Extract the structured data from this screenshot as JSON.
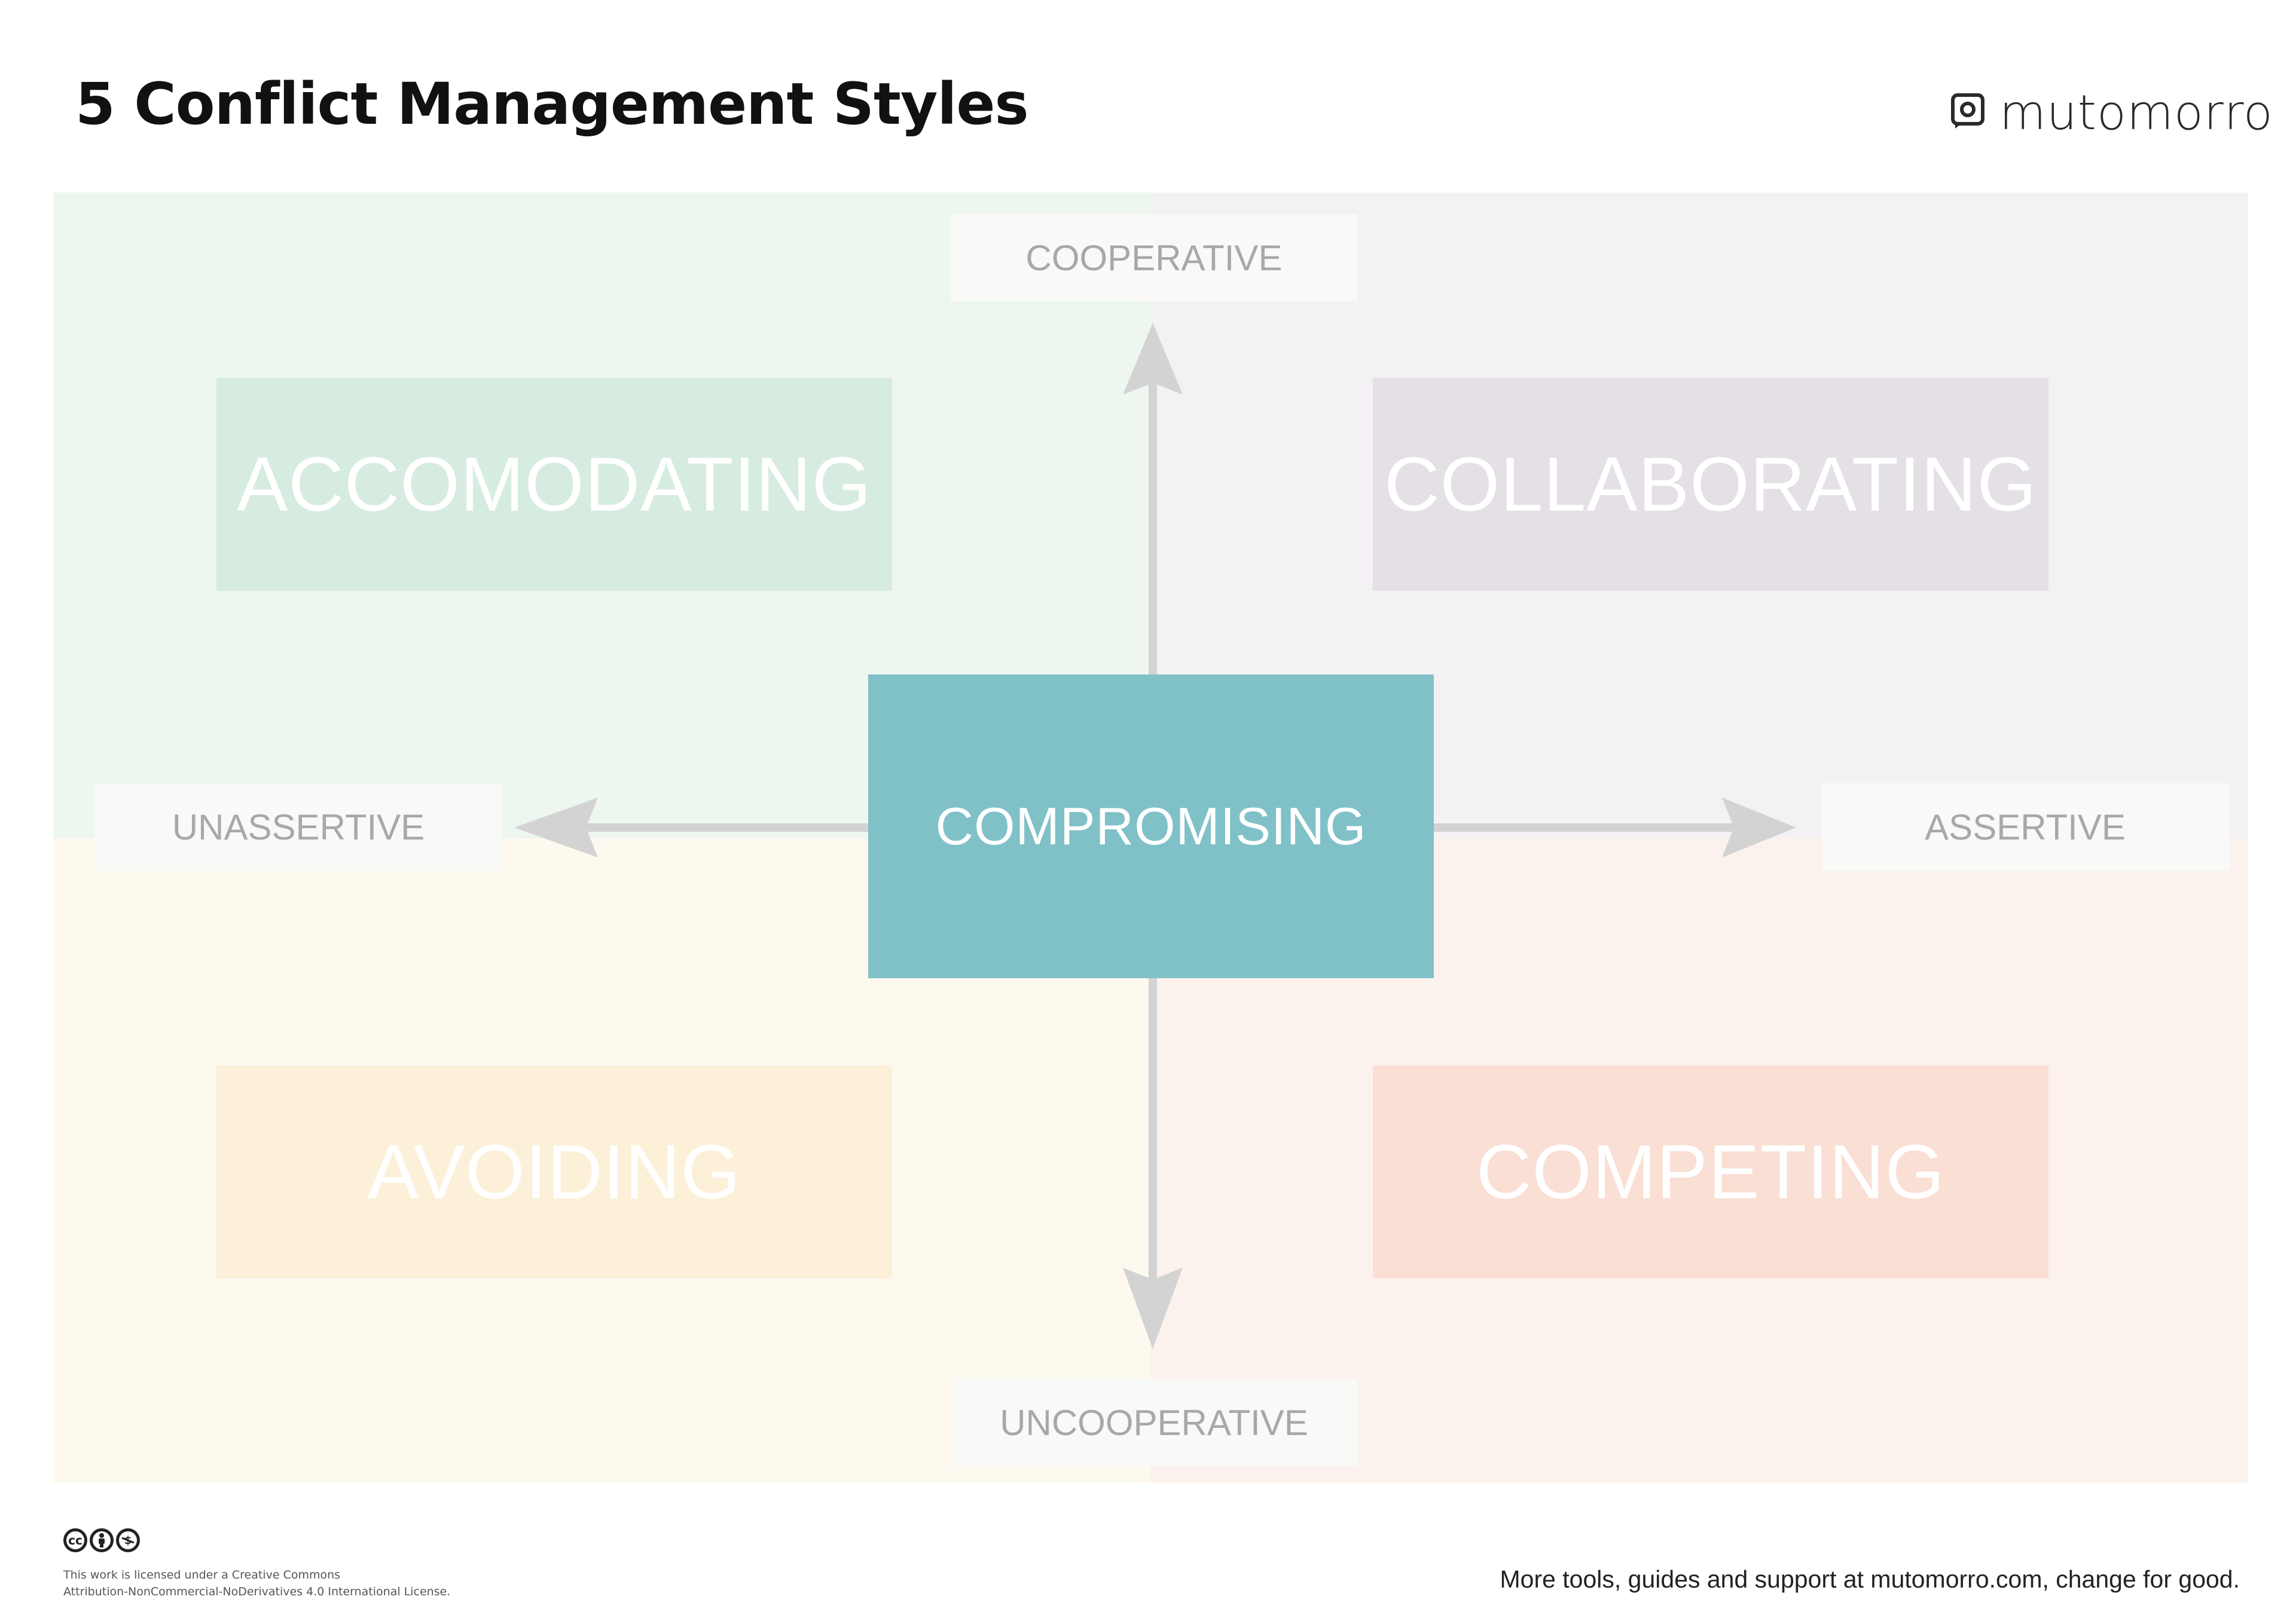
{
  "title": "5 Conflict Management Styles",
  "brand": {
    "name": "mutomorro",
    "logo_icon": "mutomorro-logo-icon"
  },
  "axes": {
    "top": "COOPERATIVE",
    "bottom": "UNCOOPERATIVE",
    "left": "UNASSERTIVE",
    "right": "ASSERTIVE"
  },
  "styles": {
    "top_left": "ACCOMODATING",
    "top_right": "COLLABORATING",
    "bottom_left": "AVOIDING",
    "bottom_right": "COMPETING",
    "center": "COMPROMISING"
  },
  "colors": {
    "quad_top_left": "#eef6f0",
    "quad_top_right": "#f3f1f3",
    "quad_bottom_left": "#fdf9ef",
    "quad_bottom_right": "#fcf2ed",
    "box_top_left": "#d7ece0",
    "box_top_right": "#e4e0e6",
    "box_bottom_left": "#fcf0d9",
    "box_bottom_right": "#fadfd4",
    "center": "#80c1c8",
    "arrow": "#d3d3d3"
  },
  "license": {
    "icons": [
      "cc-icon",
      "by-icon",
      "nc-icon"
    ],
    "line1": "This work is licensed under a Creative Commons",
    "line2": "Attribution-NonCommercial-NoDerivatives 4.0 International License."
  },
  "footer": "More tools, guides and support at mutomorro.com, change for good."
}
